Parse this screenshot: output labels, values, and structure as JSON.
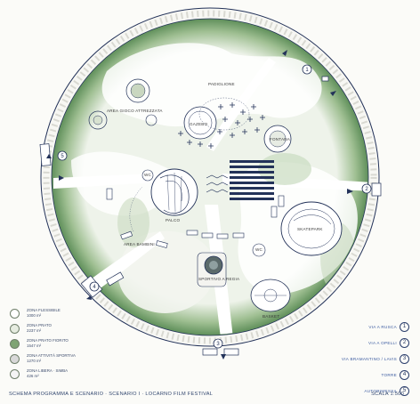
{
  "legend": [
    {
      "name": "ZONA FLESSIBILE",
      "area": "1000 m²",
      "swatch": "#ffffff"
    },
    {
      "name": "ZONA PRATO",
      "area": "2237 m²",
      "swatch": "#e6ece0"
    },
    {
      "name": "ZONA PRATO FIORITO",
      "area": "1547 m²",
      "swatch": "#7fa474"
    },
    {
      "name": "ZONA ATTIVITÀ SPORTIVA",
      "area": "1270 m²",
      "swatch": "#d8d8d8"
    },
    {
      "name": "ZONA LIBERA · SIMBA",
      "area": "426 m²",
      "swatch": "#f4f4f4"
    }
  ],
  "access": [
    {
      "name": "VIA A RUSCA",
      "num": "1"
    },
    {
      "name": "VIA A OPELLI",
      "num": "2"
    },
    {
      "name": "VIA BRAMANTINO / LAVIS",
      "num": "3"
    },
    {
      "name": "TORRE",
      "num": "4"
    },
    {
      "name": "AUTORIMESSA",
      "num": "5"
    }
  ],
  "zones": {
    "area_gioco": "AREA GIOCO ATTREZZATA",
    "padiglione": "PADIGLIONE",
    "gazebo": "GAZEBO",
    "fontana": "FONTANA",
    "palco": "PALCO",
    "wc_left": "WC",
    "wc_right": "WC",
    "skatepark": "SKATEPARK",
    "basket": "BASKET",
    "area_bambini": "AREA BAMBINI",
    "sportivo": "SPORTIVO A REGIA"
  },
  "gates": [
    "1",
    "2",
    "3",
    "4",
    "5"
  ],
  "footer": {
    "title": "SCHEMA PROGRAMMA E SCENARIO · SCENARIO I · LOCARNO FILM FESTIVAL",
    "scale": "SCALA 1:500"
  },
  "colors": {
    "ink": "#233259",
    "green_dark": "#5f8f5a",
    "green_light": "#a9c59a",
    "paper": "#fbfbf8"
  }
}
